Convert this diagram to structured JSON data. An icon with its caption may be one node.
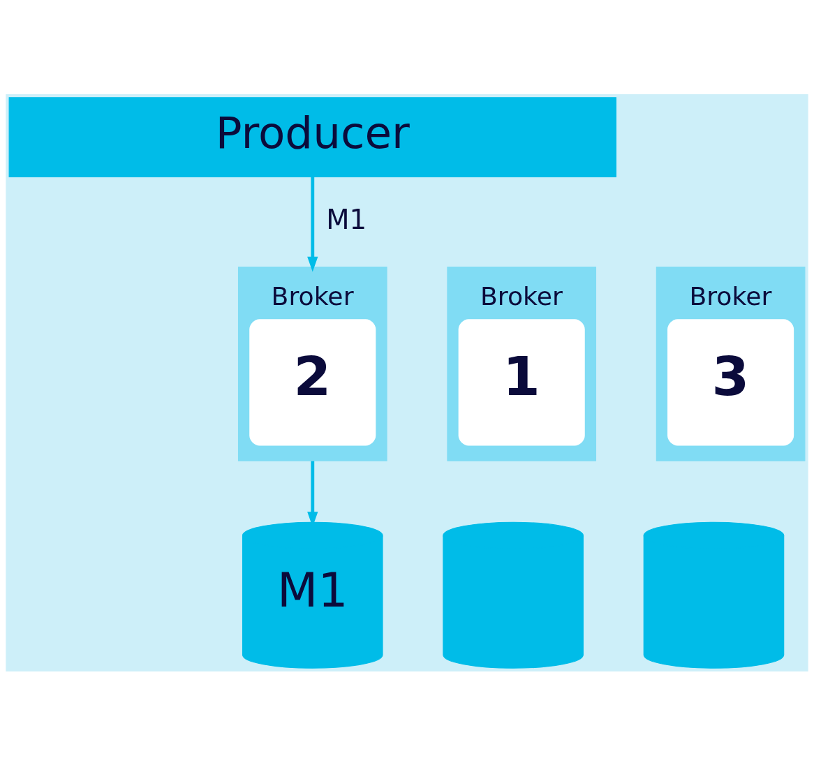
{
  "diagram": {
    "nodes": [
      {
        "text": [
          "Producer"
        ]
      },
      {
        "text": [
          "Broker",
          "1"
        ]
      },
      {
        "text": [
          "Broker",
          "2"
        ]
      },
      {
        "text": [
          "Broker",
          "3"
        ]
      },
      {
        "text": [],
        "shape": "cylinder"
      },
      {
        "text": [
          "M1"
        ]
      },
      {
        "text": [],
        "shape": "cylinder"
      }
    ],
    "edges": [
      {
        "from": 0,
        "to": 2,
        "arrow": "to",
        "label": "M1"
      },
      {
        "from": 2,
        "to": 5,
        "arrow": "to"
      }
    ]
  }
}
